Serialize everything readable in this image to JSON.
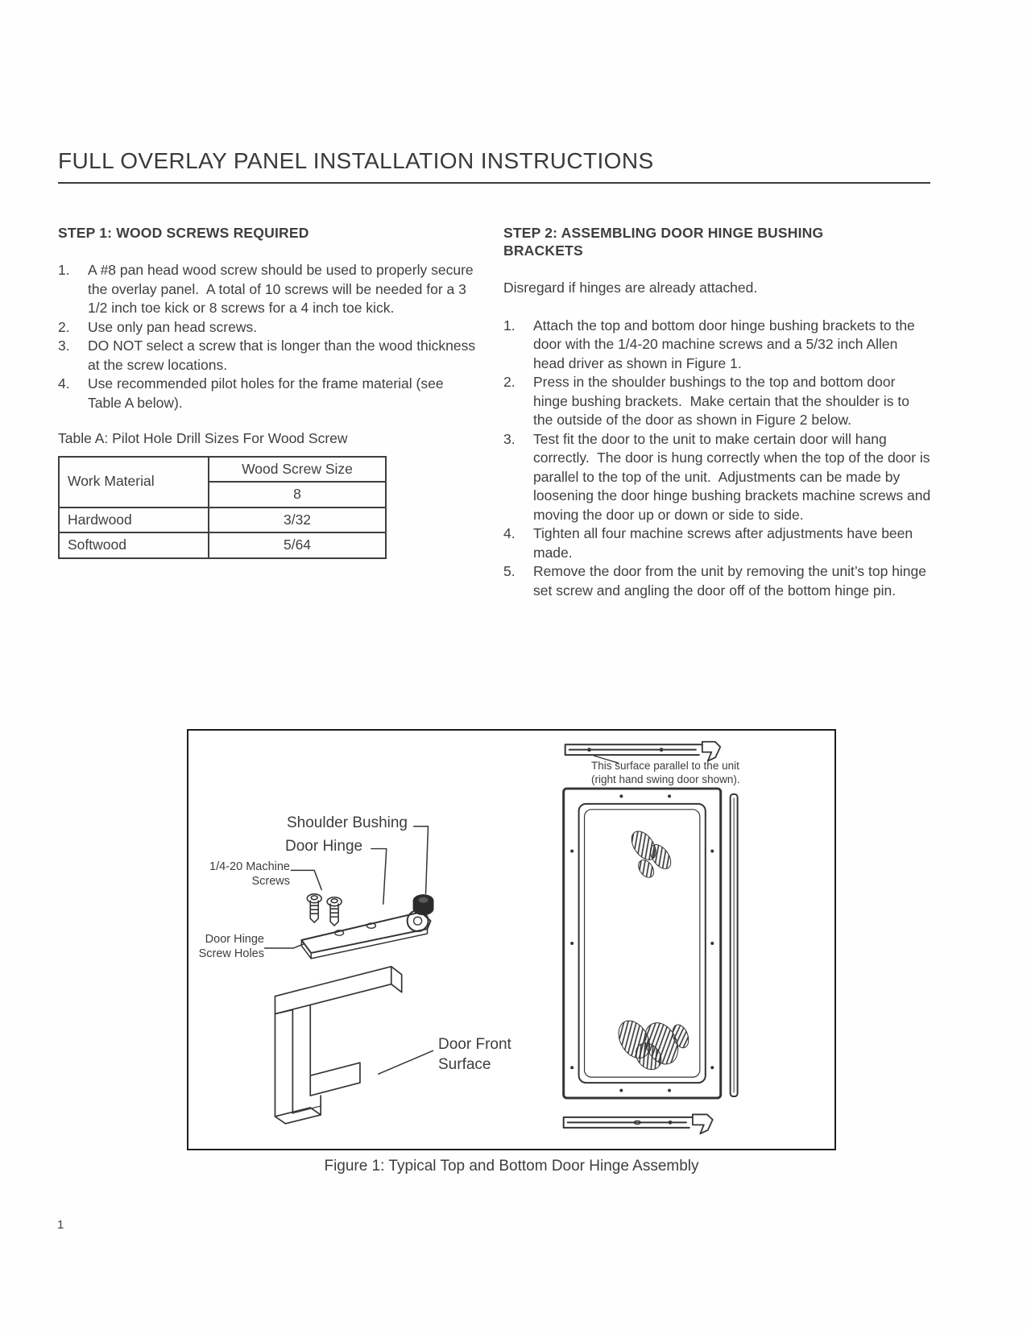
{
  "page": {
    "title": "FULL OVERLAY PANEL INSTALLATION INSTRUCTIONS",
    "page_number": "1"
  },
  "step1": {
    "heading": "STEP 1: WOOD SCREWS REQUIRED",
    "items": [
      "A #8 pan head wood screw should be used to properly secure the overlay panel.  A total of 10 screws will be needed for a 3 1/2 inch toe kick or 8 screws for a 4 inch toe kick.",
      "Use only pan head screws.",
      "DO NOT select a screw that is longer than the wood thickness at the screw locations.",
      "Use recommended pilot holes for the frame material (see Table A below)."
    ],
    "table": {
      "caption": "Table A: Pilot Hole Drill Sizes For Wood Screw",
      "col1_header": "Work Material",
      "col2_header": "Wood Screw Size",
      "col2_subheader": "8",
      "rows": [
        {
          "material": "Hardwood",
          "size": "3/32"
        },
        {
          "material": "Softwood",
          "size": "5/64"
        }
      ]
    }
  },
  "step2": {
    "heading": "STEP 2: ASSEMBLING DOOR HINGE BUSHING BRACKETS",
    "intro": "Disregard if hinges are already attached.",
    "items": [
      "Attach the top and bottom door hinge bushing brackets to the door with the 1/4-20 machine screws and a 5/32 inch Allen head driver as shown in Figure 1.",
      "Press in the shoulder bushings to the top and bottom door hinge bushing brackets.  Make certain that the shoulder is to the outside of the door as shown in Figure 2 below.",
      "Test fit the door to the unit to make certain door will hang correctly.  The door is hung correctly when the top of the door is parallel to the top of the unit.  Adjustments can be made by loosening the door hinge bushing brackets machine screws and moving the door up or down or side to side.",
      "Tighten all four machine screws after adjustments have been made.",
      "Remove the door from the unit by removing the unit’s top hinge set screw and angling the door off of the bottom hinge pin."
    ]
  },
  "figure": {
    "caption": "Figure 1: Typical Top and Bottom Door Hinge Assembly",
    "labels": {
      "surface_note_line1": "This surface parallel to the unit",
      "surface_note_line2": "(right hand swing door shown).",
      "shoulder_bushing": "Shoulder Bushing",
      "door_hinge": "Door Hinge",
      "machine_screws_line1": "1/4-20 Machine",
      "machine_screws_line2": "Screws",
      "screw_holes_line1": "Door Hinge",
      "screw_holes_line2": "Screw Holes",
      "door_front_line1": "Door Front",
      "door_front_line2": "Surface"
    }
  }
}
